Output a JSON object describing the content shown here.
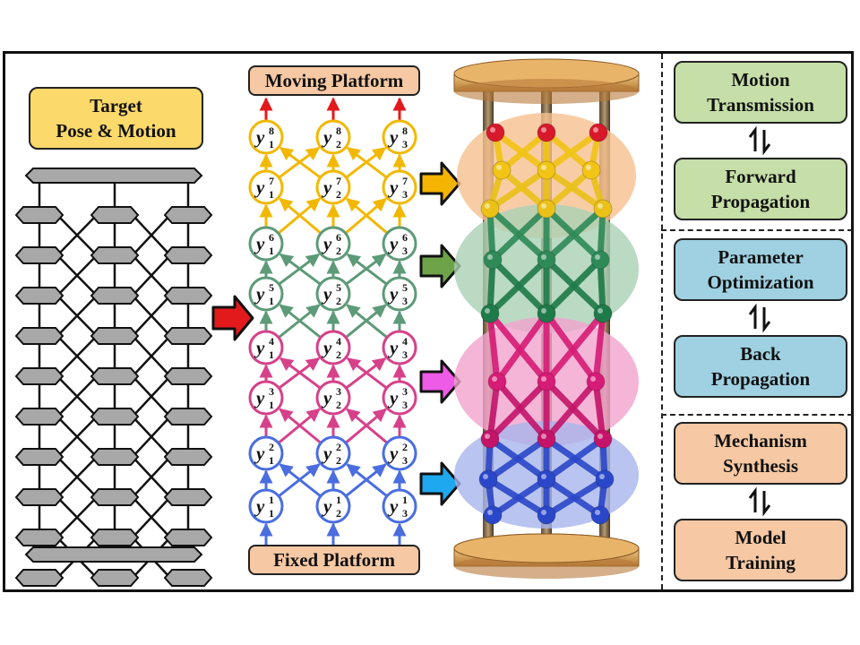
{
  "target_label": "Target\nPose & Motion",
  "moving_platform_label": "Moving Platform",
  "fixed_platform_label": "Fixed Platform",
  "node_symbol": "y",
  "layers": [
    {
      "level": "8",
      "color": "#f2b800"
    },
    {
      "level": "7",
      "color": "#f2b800"
    },
    {
      "level": "6",
      "color": "#5d9a78"
    },
    {
      "level": "5",
      "color": "#5d9a78"
    },
    {
      "level": "4",
      "color": "#d6418a"
    },
    {
      "level": "3",
      "color": "#d6418a"
    },
    {
      "level": "2",
      "color": "#4a6de0"
    },
    {
      "level": "1",
      "color": "#4a6de0"
    }
  ],
  "columns": [
    "1",
    "2",
    "3"
  ],
  "pipeline_arrows": [
    {
      "color": "#f5b400"
    },
    {
      "color": "#6fa34a"
    },
    {
      "color": "#ee5be6"
    },
    {
      "color": "#1ea8f0"
    }
  ],
  "input_arrow_color": "#e31a1c",
  "right_panel": {
    "group1": {
      "top": "Motion\nTransmission",
      "bottom": "Forward\nPropagation",
      "color": "#c6dea8"
    },
    "group2": {
      "top": "Parameter\nOptimization",
      "bottom": "Back\nPropagation",
      "color": "#9fd1e2"
    },
    "group3": {
      "top": "Mechanism\nSynthesis",
      "bottom": "Model\nTraining",
      "color": "#f6c8a3"
    }
  },
  "model_ellipse_colors": [
    "#f6c08f",
    "#a9d1b4",
    "#f3a3cd",
    "#a7b5ec"
  ]
}
